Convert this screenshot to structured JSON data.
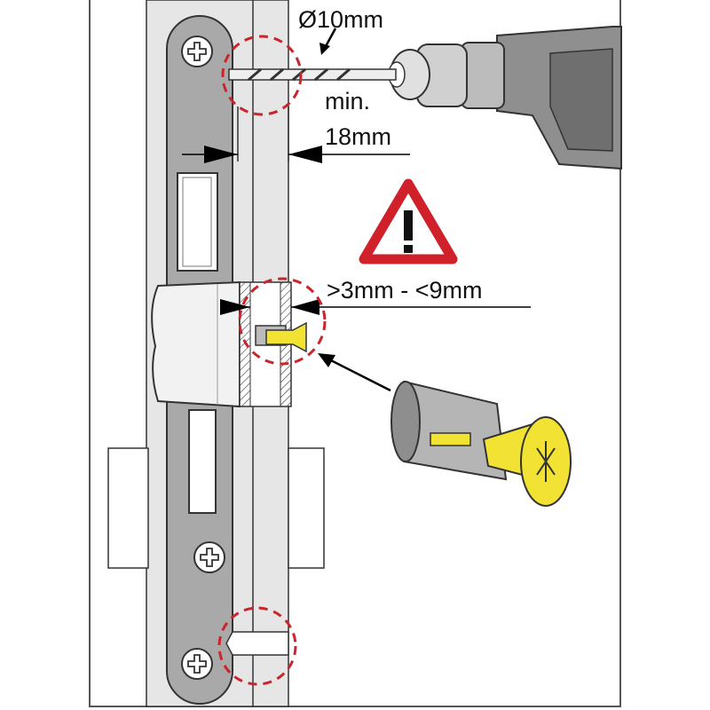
{
  "labels": {
    "drill_diameter": "Ø10mm",
    "min": "min.",
    "depth": "18mm",
    "gap_range": ">3mm - <9mm"
  },
  "colors": {
    "warning_red": "#d0202a",
    "highlight_red": "#c8252c",
    "screw_yellow": "#f2e233",
    "plate_gray": "#a8a8a8",
    "frame_gray": "#e4e4e4"
  },
  "icons": [
    "warning-triangle-icon",
    "phillips-screw-icon",
    "drill-icon",
    "arrow-icon"
  ]
}
